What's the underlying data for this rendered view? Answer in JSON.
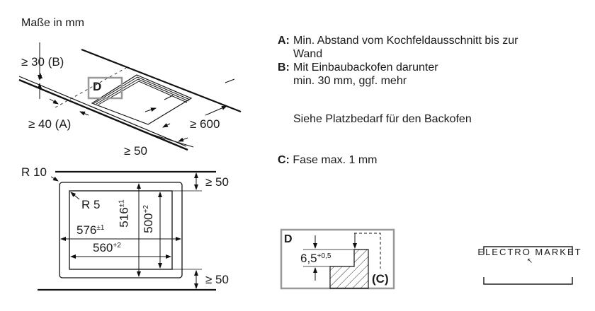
{
  "header": {
    "units_title": "Maße in mm"
  },
  "perspective": {
    "dim_b": "≥ 30 (B)",
    "dim_a": "≥ 40 (A)",
    "dim_600": "≥ 600",
    "dim_50": "≥ 50",
    "detail_marker": "D"
  },
  "cutout": {
    "r10": "R 10",
    "r5": "R 5",
    "w_outer": "576",
    "w_outer_tol": "±1",
    "w_inner": "560",
    "w_inner_tol": "+2",
    "h_outer": "516",
    "h_outer_tol": "±1",
    "h_inner": "500",
    "h_inner_tol": "+2",
    "gap_top": "≥ 50",
    "gap_bottom": "≥ 50"
  },
  "notes": [
    {
      "key": "A:",
      "text": "Min. Abstand vom Kochfeldausschnitt bis zur Wand"
    },
    {
      "key": "B:",
      "text": "Mit Einbaubackofen darunter min. 30 mm, ggf. mehr"
    }
  ],
  "oven_note": "Siehe Platzbedarf für den Backofen",
  "note_c": {
    "key": "C:",
    "text": "Fase max. 1 mm"
  },
  "detail": {
    "title": "D",
    "depth": "6,5",
    "depth_tol": "+0,5",
    "chamfer": "(C)"
  },
  "logo": {
    "name": "ELECTRO MARKET"
  }
}
